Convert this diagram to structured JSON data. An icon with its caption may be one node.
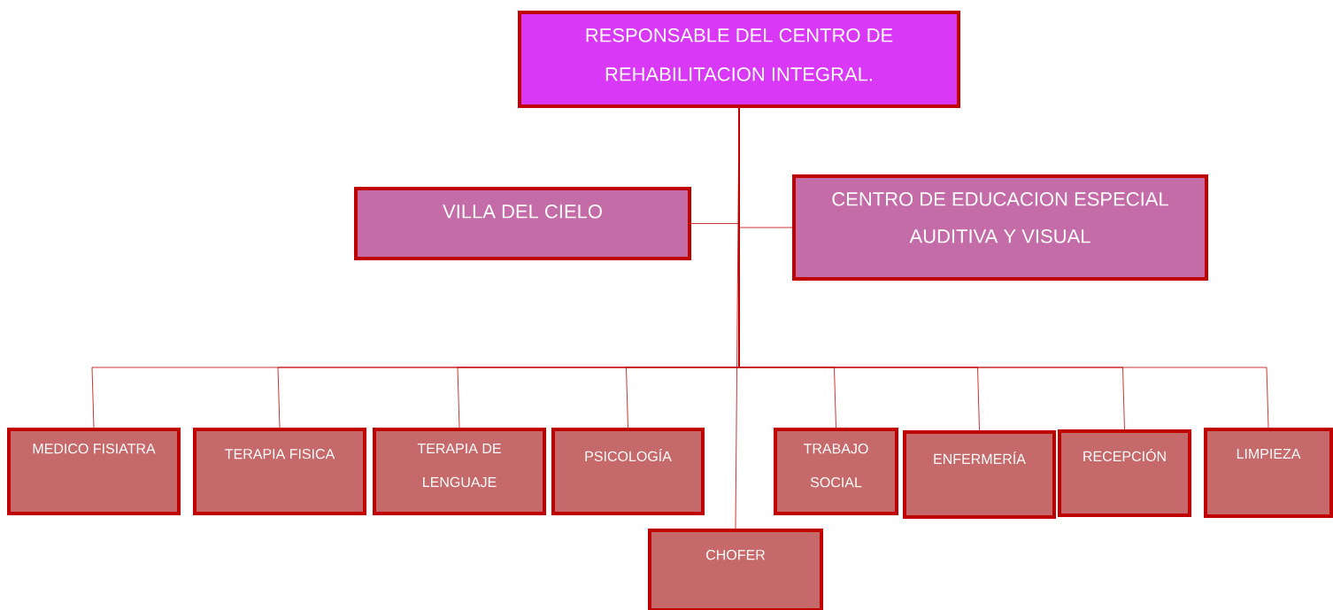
{
  "diagram": {
    "nodes": [
      {
        "text": [
          "RESPONSABLE DEL CENTRO DE REHABILITACION INTEGRAL."
        ]
      },
      {
        "text": [
          "VILLA DEL CIELO"
        ]
      },
      {
        "text": [
          "CENTRO DE EDUCACION ESPECIAL AUDITIVA Y VISUAL"
        ]
      },
      {
        "text": [
          "MEDICO FISIATRA"
        ]
      },
      {
        "text": [
          "TERAPIA FISICA"
        ]
      },
      {
        "text": [
          "TERAPIA DE LENGUAJE"
        ]
      },
      {
        "text": [
          "PSICOLOGÍA"
        ]
      },
      {
        "text": [
          "TRABAJO SOCIAL"
        ]
      },
      {
        "text": [
          "ENFERMERÍA"
        ]
      },
      {
        "text": [
          "RECEPCIÓN"
        ]
      },
      {
        "text": [
          "LIMPIEZA"
        ]
      },
      {
        "text": [
          "CHOFER"
        ]
      }
    ],
    "edges": [
      {
        "from": 0,
        "to": 1,
        "arrow": "none"
      },
      {
        "from": 0,
        "to": 2,
        "arrow": "none"
      },
      {
        "from": 0,
        "to": 3,
        "arrow": "none"
      },
      {
        "from": 0,
        "to": 4,
        "arrow": "none"
      },
      {
        "from": 0,
        "to": 5,
        "arrow": "none"
      },
      {
        "from": 0,
        "to": 6,
        "arrow": "none"
      },
      {
        "from": 0,
        "to": 7,
        "arrow": "none"
      },
      {
        "from": 0,
        "to": 8,
        "arrow": "none"
      },
      {
        "from": 0,
        "to": 9,
        "arrow": "none"
      },
      {
        "from": 0,
        "to": 10,
        "arrow": "none"
      },
      {
        "from": 0,
        "to": 11,
        "arrow": "none"
      }
    ]
  }
}
